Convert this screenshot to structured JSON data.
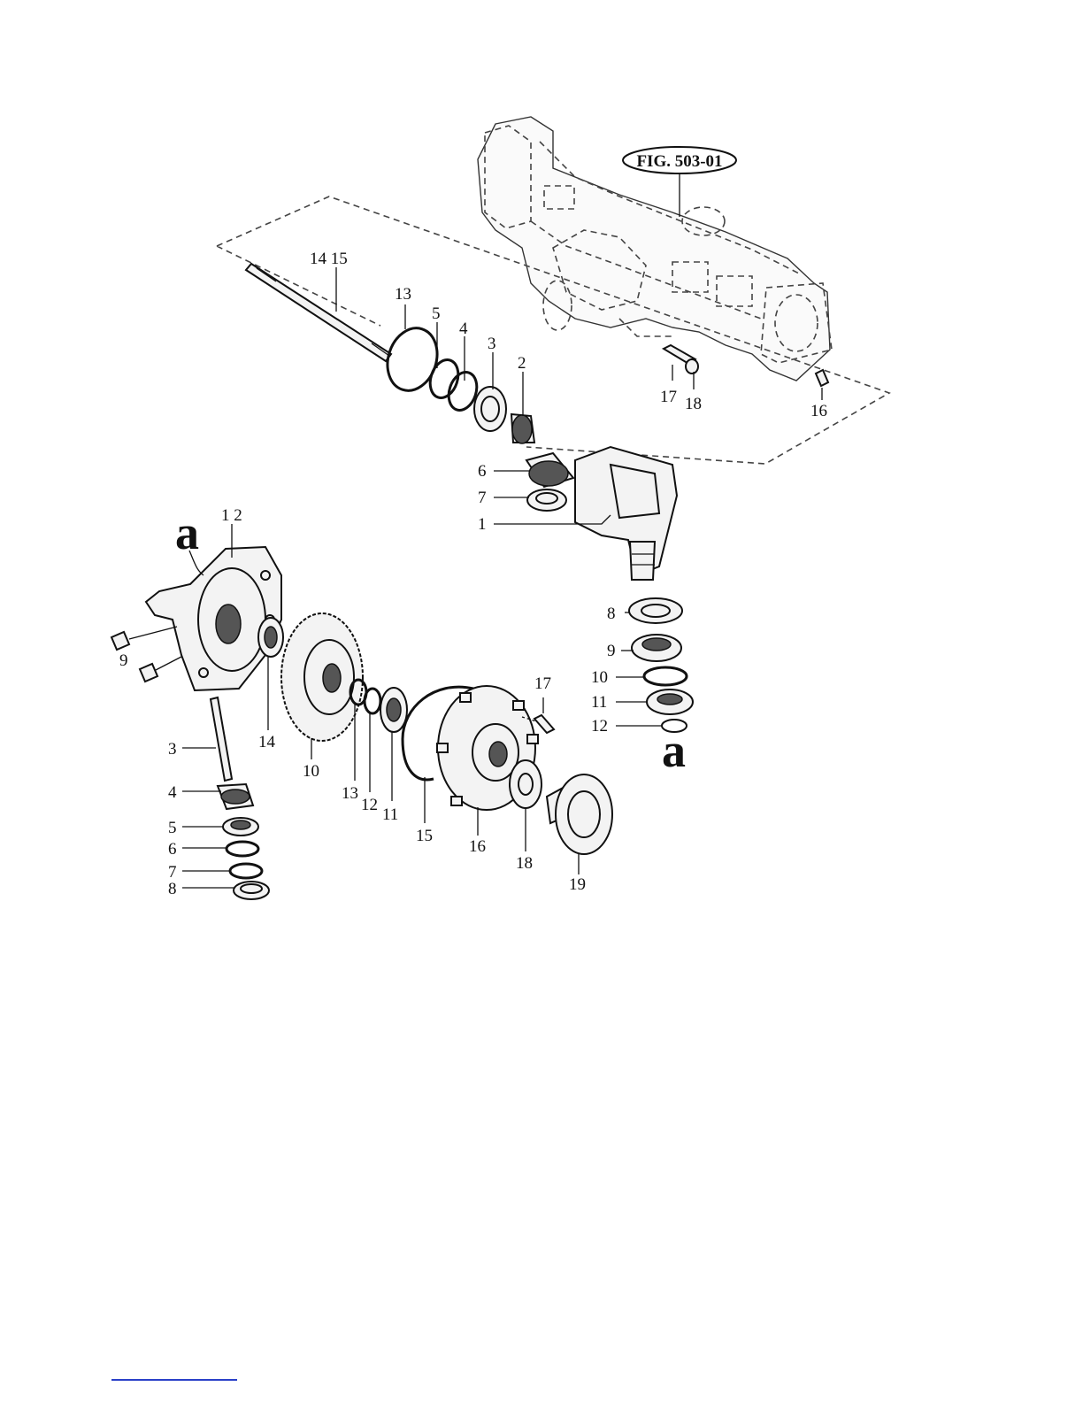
{
  "figure_reference": "FIG. 503-01",
  "upper_assembly": {
    "callouts": [
      "14 15",
      "13",
      "5",
      "4",
      "3",
      "2",
      "6",
      "7",
      "1",
      "8",
      "9",
      "10",
      "11",
      "12",
      "17",
      "18",
      "16"
    ],
    "connector_letter": "a"
  },
  "lower_assembly": {
    "callouts": [
      "1 2",
      "9",
      "3",
      "4",
      "5",
      "6",
      "7",
      "8",
      "14",
      "10",
      "13",
      "12",
      "11",
      "15",
      "16",
      "17",
      "18",
      "19"
    ],
    "connector_letter": "a"
  }
}
